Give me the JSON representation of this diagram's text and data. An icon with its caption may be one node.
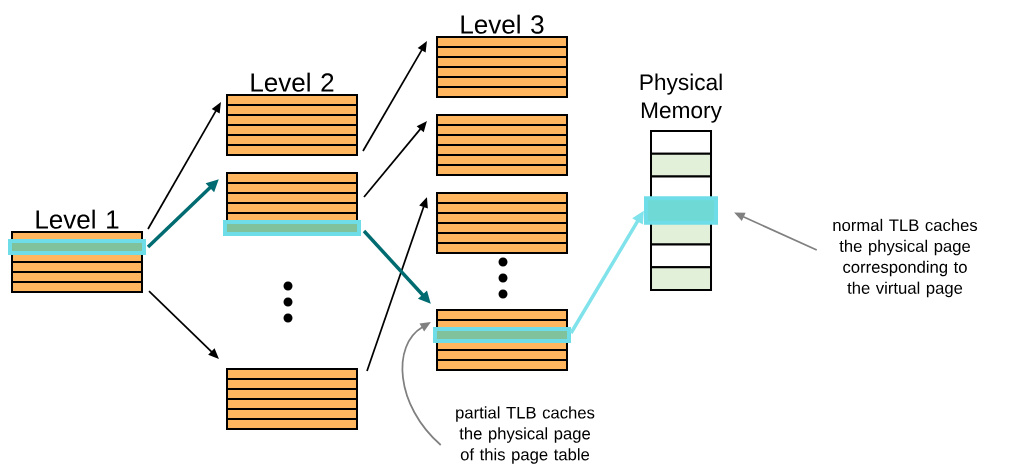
{
  "diagram": {
    "nodes": [
      {
        "text": [
          "Level 1"
        ]
      },
      {
        "text": [
          "Level 2"
        ]
      },
      {
        "text": [],
        "shape": "table"
      },
      {
        "text": [],
        "shape": "table"
      },
      {
        "text": [
          "Level 3"
        ]
      },
      {
        "text": [],
        "shape": "table"
      },
      {
        "text": [],
        "shape": "table"
      },
      {
        "text": [],
        "shape": "table"
      },
      {
        "text": [
          "Physical Memory"
        ]
      },
      {
        "text": [
          "normal TLB caches the physical page corresponding to the virtual page"
        ]
      },
      {
        "text": [
          "partial TLB caches the physical page of this page table"
        ]
      }
    ],
    "edges": [
      {
        "from": 0,
        "to": 1,
        "arrow": "to"
      },
      {
        "from": 0,
        "to": 2,
        "arrow": "to",
        "style": "thick",
        "color": "#006b70"
      },
      {
        "from": 0,
        "to": 3,
        "arrow": "to"
      },
      {
        "from": 1,
        "to": 4,
        "arrow": "to"
      },
      {
        "from": 2,
        "to": 5,
        "arrow": "to"
      },
      {
        "from": 3,
        "to": 6,
        "arrow": "to"
      },
      {
        "from": 2,
        "to": 7,
        "arrow": "to",
        "style": "thick",
        "color": "#006b70"
      },
      {
        "from": 7,
        "to": 8,
        "arrow": "to",
        "style": "thick",
        "color": "#80e2ea"
      },
      {
        "from": 9,
        "to": 8,
        "arrow": "to",
        "color": "#808080"
      },
      {
        "from": 10,
        "to": 7,
        "arrow": "to",
        "color": "#808080"
      }
    ]
  }
}
